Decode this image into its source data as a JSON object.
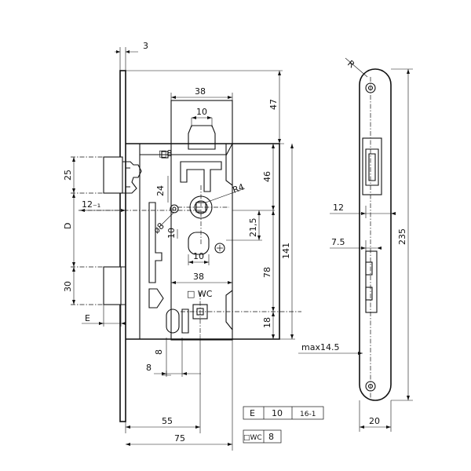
{
  "front_dims": {
    "plate_thickness": "3",
    "hub_to_top": "47",
    "top_width": "38",
    "top_slot": "10",
    "cyl_8": "□8",
    "follower_25": "25",
    "spindle_24": "24",
    "lever_46": "46",
    "radius": "R4",
    "backset_12": "12₋₁",
    "d_label": "D",
    "dim_21_5": "21,5",
    "follower_d8": "ø8",
    "slot_10_left": "10",
    "slot_10_right": "10",
    "height_141": "141",
    "dim_78": "78",
    "bolt_30": "30",
    "mid_width": "38",
    "wc_label": "□ WC",
    "dim_18": "18",
    "e_label": "E",
    "dim_8_vert": "8",
    "dim_8_horiz": "8",
    "dim_55": "55",
    "dim_75": "75"
  },
  "side_dims": {
    "radius": "R",
    "dim_12": "12",
    "dim_7_5": "7.5",
    "dim_235": "235",
    "max": "max14.5",
    "width_20": "20"
  },
  "table_e": [
    "E",
    "10",
    "16-1"
  ],
  "table_wc": [
    "□WC",
    "8"
  ]
}
